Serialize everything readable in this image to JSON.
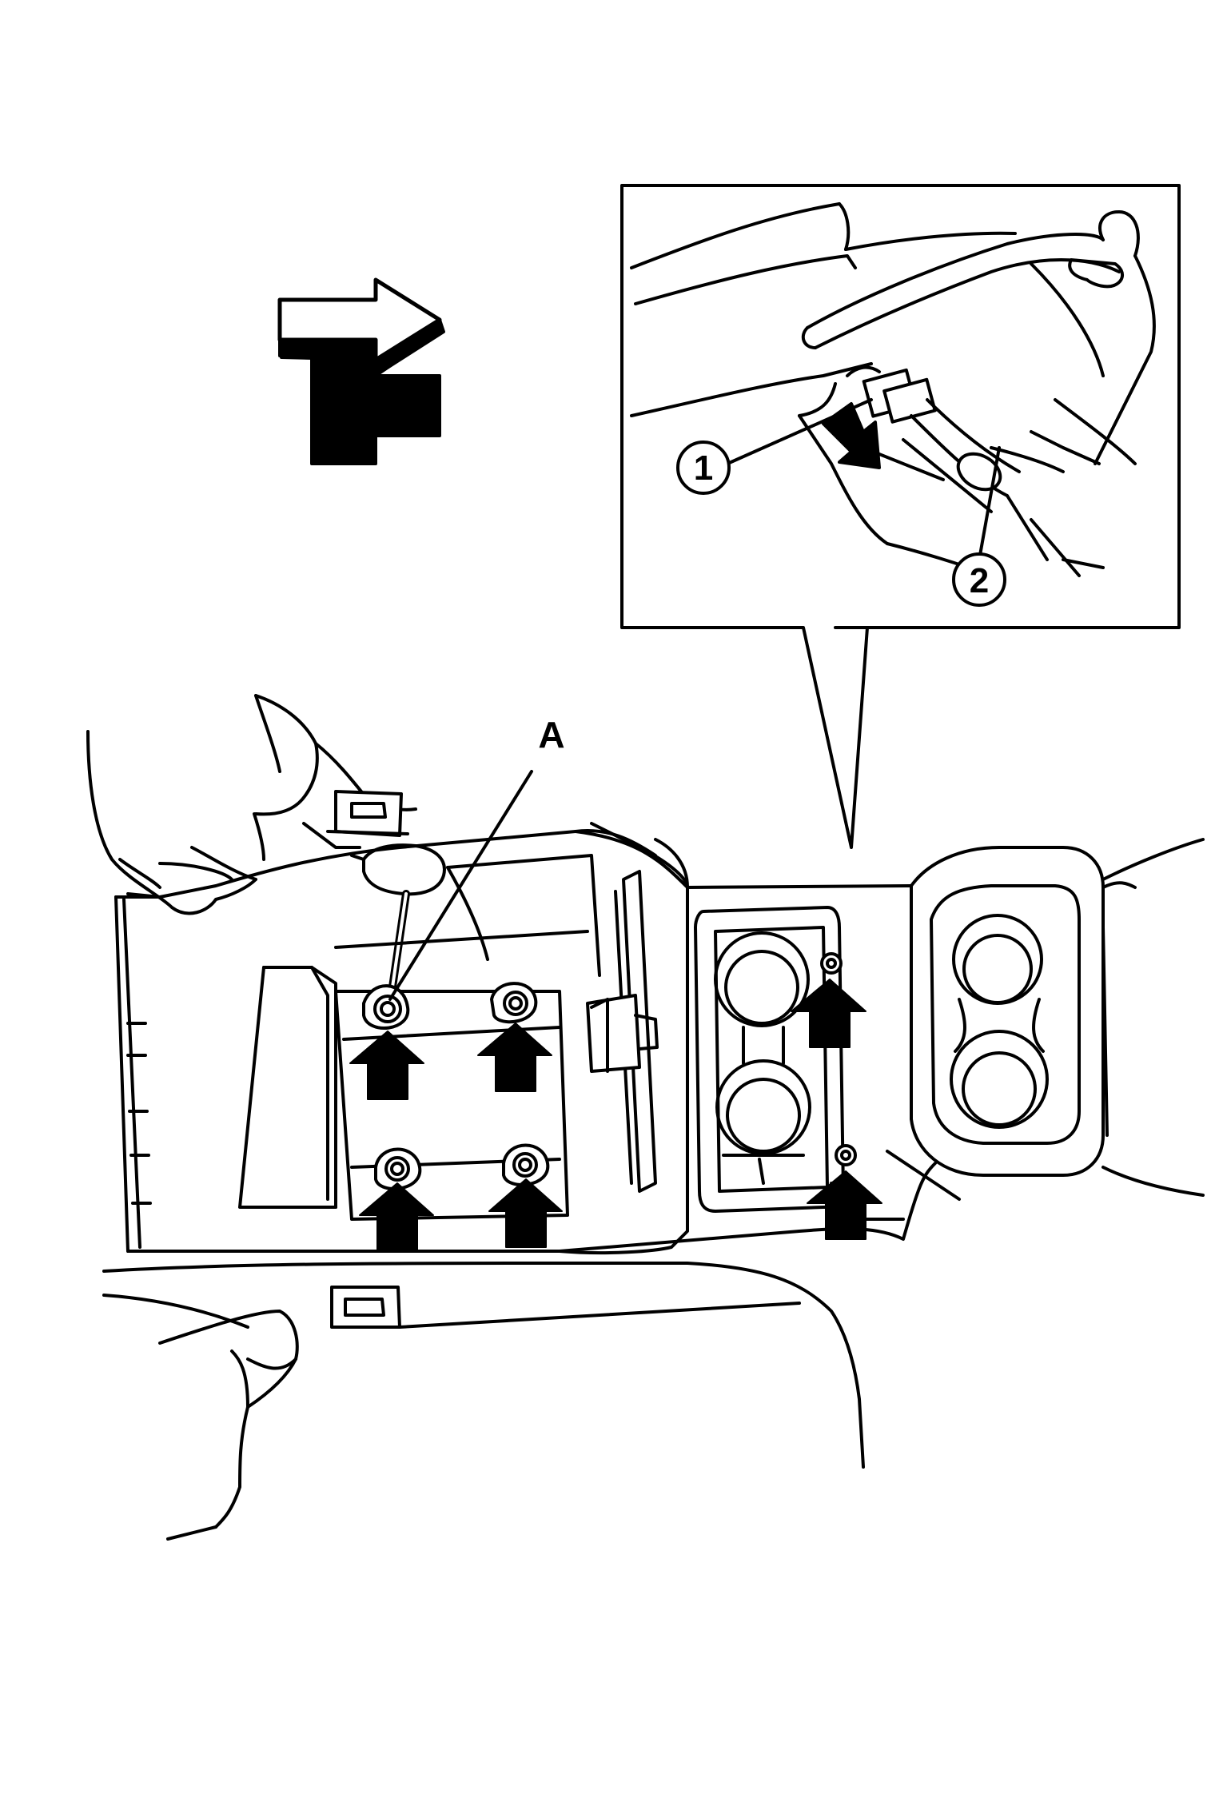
{
  "colors": {
    "ink": "#000000",
    "paper": "#ffffff"
  },
  "icons": {
    "direction_arrow": "front-direction-arrow-icon",
    "fastener_arrow": "fastener-location-arrow-icon"
  },
  "labels": {
    "tool_callout": "A",
    "connector_callout": "1",
    "cable_callout": "2"
  }
}
